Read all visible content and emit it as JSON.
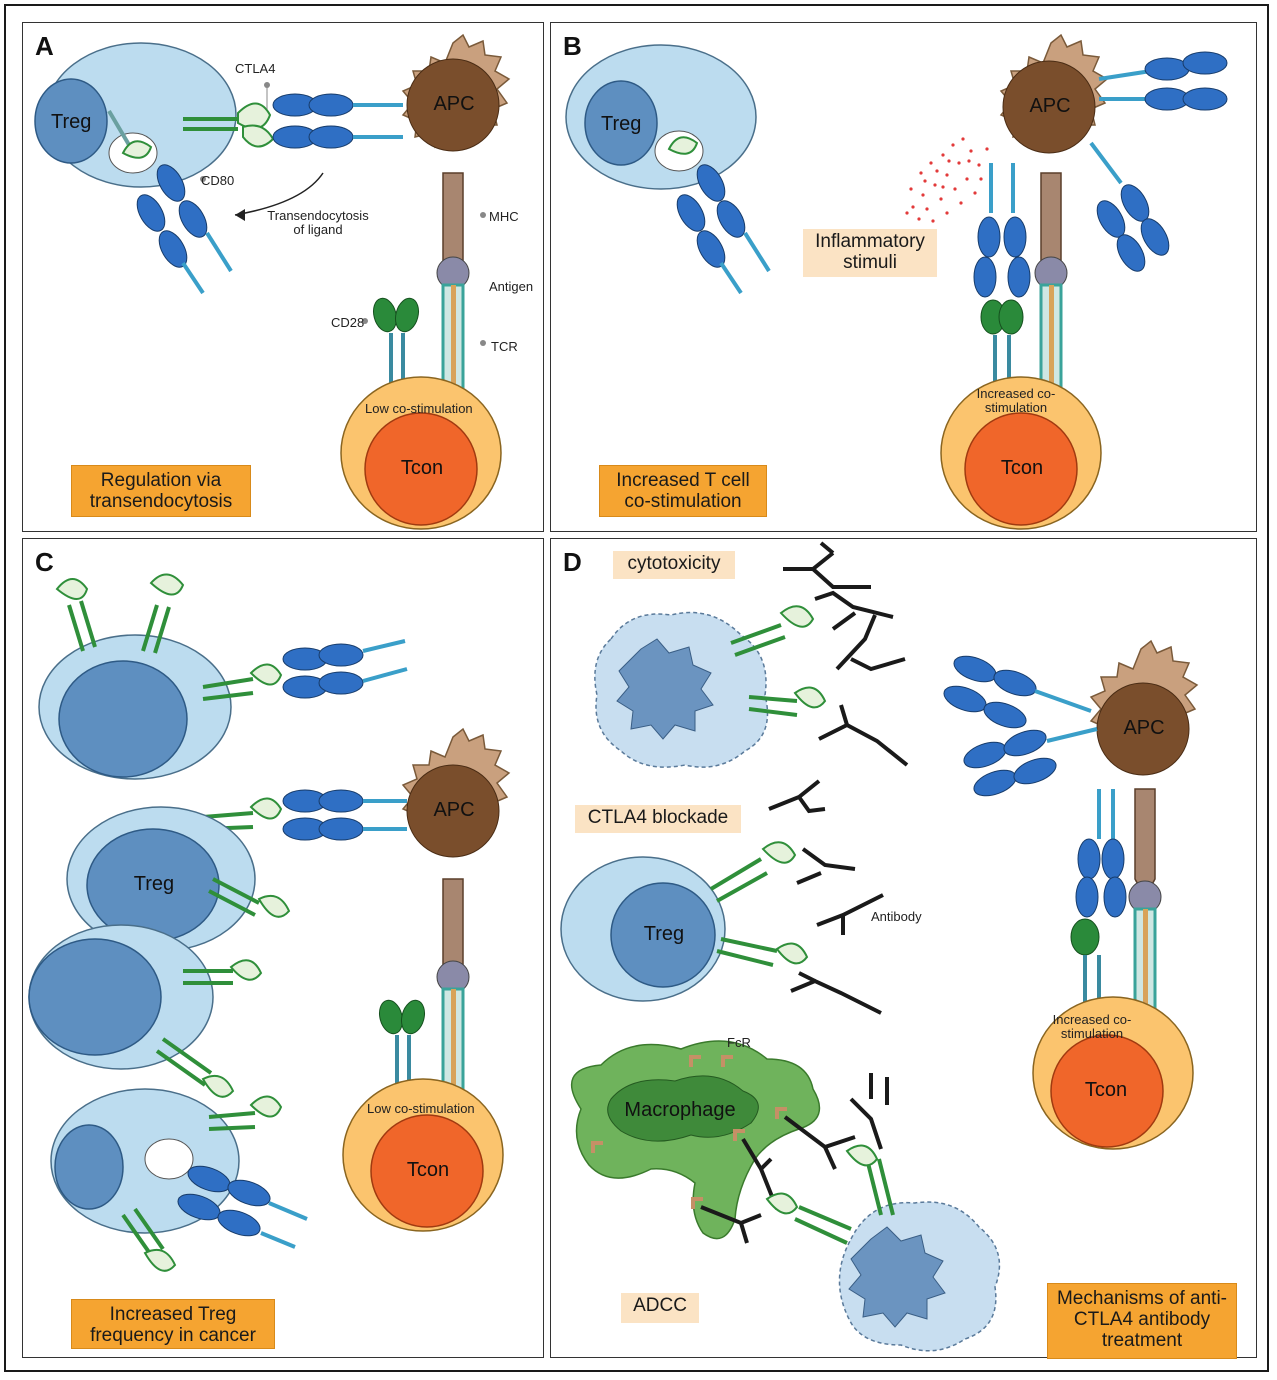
{
  "panels": {
    "a": {
      "letter": "A",
      "caption": "Regulation via transendocytosis",
      "labels": {
        "ctla4": "CTLA4",
        "cd80": "CD80",
        "transendocytosis": "Transendocytosis of ligand",
        "mhc": "MHC",
        "antigen": "Antigen",
        "cd28": "CD28",
        "tcr": "TCR",
        "costim": "Low co-stimulation"
      },
      "cells": {
        "treg": "Treg",
        "apc": "APC",
        "tcon": "Tcon"
      }
    },
    "b": {
      "letter": "B",
      "caption": "Increased T cell co-stimulation",
      "stimuli": "Inflammatory stimuli",
      "labels": {
        "costim": "Increased co-stimulation"
      },
      "cells": {
        "treg": "Treg",
        "apc": "APC",
        "tcon": "Tcon"
      }
    },
    "c": {
      "letter": "C",
      "caption": "Increased Treg frequency in cancer",
      "labels": {
        "costim": "Low co-stimulation"
      },
      "cells": {
        "treg": "Treg",
        "apc": "APC",
        "tcon": "Tcon"
      }
    },
    "d": {
      "letter": "D",
      "caption": "Mechanisms of anti-CTLA4 antibody treatment",
      "tags": {
        "cytotoxicity": "cytotoxicity",
        "blockade": "CTLA4 blockade",
        "adcc": "ADCC"
      },
      "labels": {
        "antibody": "Antibody",
        "fcr": "FcR",
        "costim": "Increased co-stimulation"
      },
      "cells": {
        "treg": "Treg",
        "apc": "APC",
        "tcon": "Tcon",
        "macrophage": "Macrophage"
      }
    }
  },
  "colors": {
    "treg_outer": "#bcdcef",
    "treg_nucleus": "#5e8fc0",
    "apc_body": "#c9a07e",
    "apc_nucleus": "#7a4e2c",
    "tcon_outer": "#fbc46e",
    "tcon_nucleus": "#f0662a",
    "ctla4_green": "#2f8f3a",
    "cd80_blue": "#2f6fc4",
    "tcr_teal": "#3aa39a",
    "caption_orange": "#f5a431",
    "tag_peach": "#fbe3c4",
    "macrophage": "#6fb35c"
  }
}
